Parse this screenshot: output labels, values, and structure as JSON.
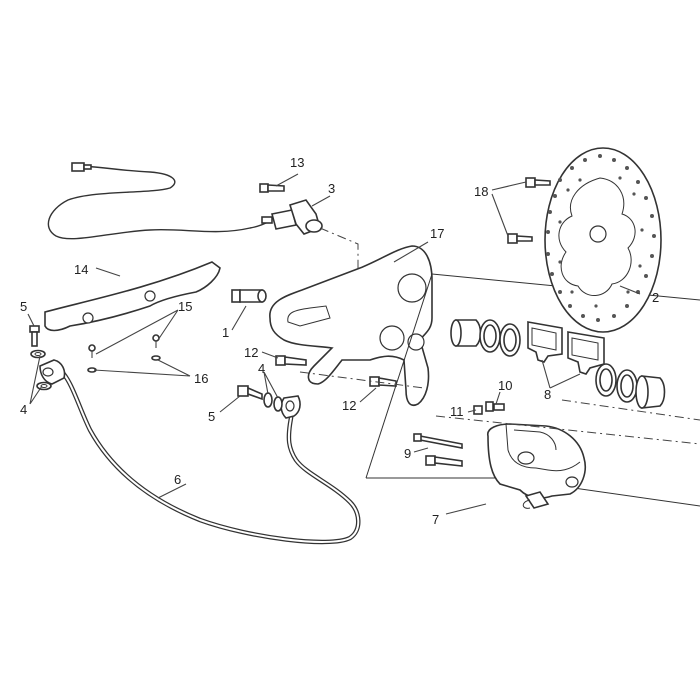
{
  "callouts": {
    "c1": "1",
    "c2": "2",
    "c3": "3",
    "c4a": "4",
    "c4b": "4",
    "c5a": "5",
    "c5b": "5",
    "c6": "6",
    "c7": "7",
    "c8": "8",
    "c9": "9",
    "c10": "10",
    "c11": "11",
    "c12a": "12",
    "c12b": "12",
    "c13": "13",
    "c14": "14",
    "c15": "15",
    "c16": "16",
    "c17": "17",
    "c18": "18"
  }
}
